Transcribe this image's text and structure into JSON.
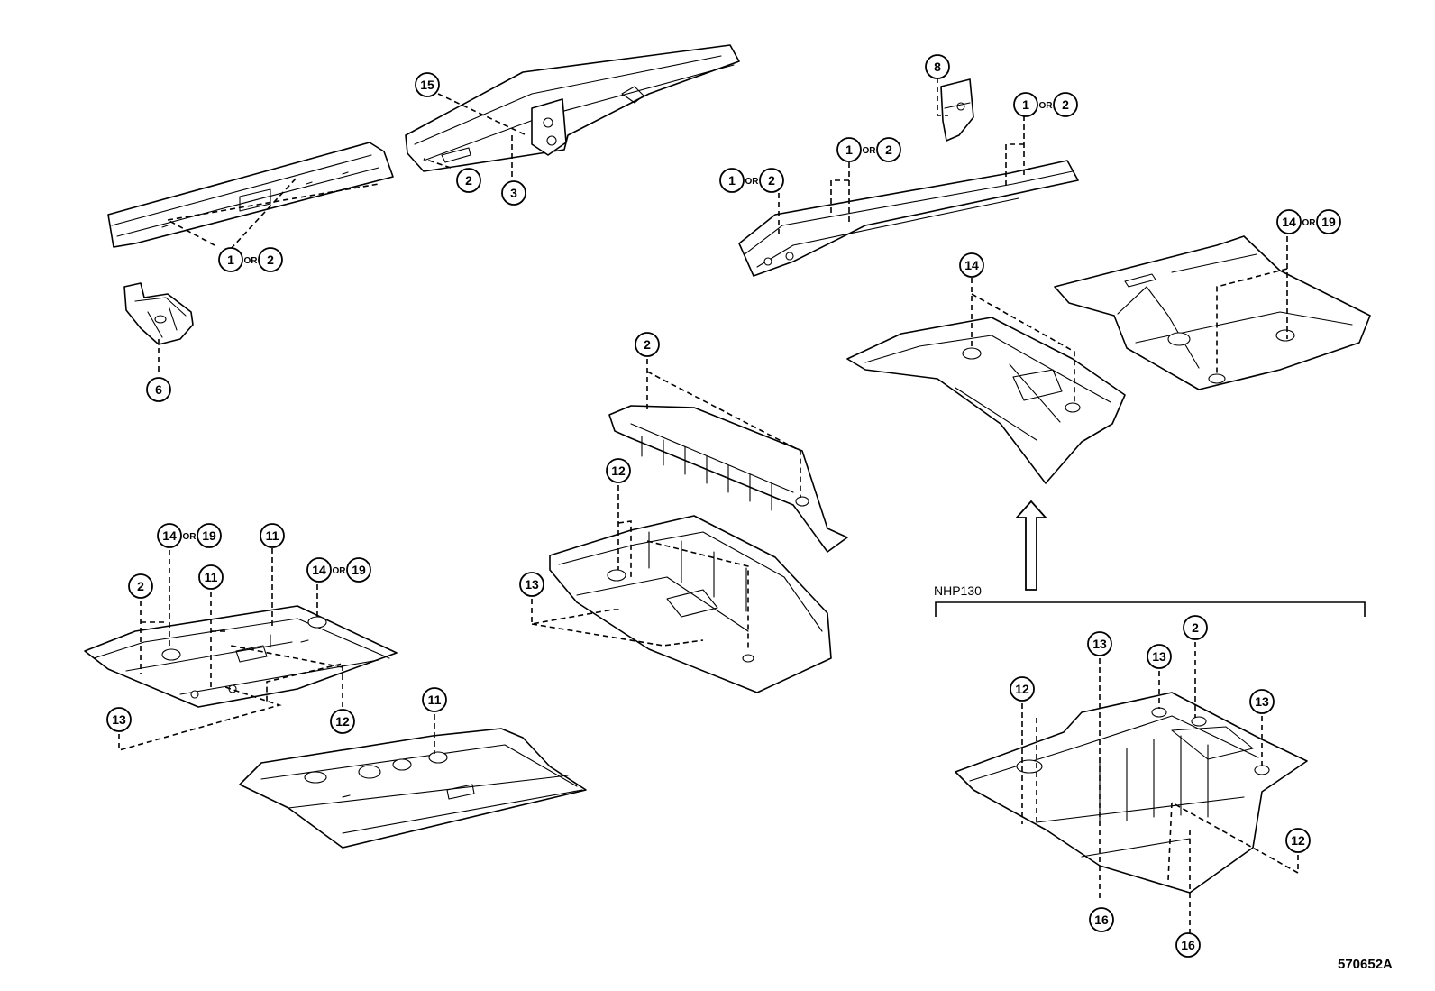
{
  "figure_code": "570652A",
  "variant_label": "NHP130",
  "or_word": "OR",
  "callouts": [
    {
      "id": "c-rail-front-1",
      "nums": [
        "1",
        "2"
      ]
    },
    {
      "id": "c-rail-upper-15",
      "nums": [
        "15"
      ]
    },
    {
      "id": "c-rail-upper-2",
      "nums": [
        "2"
      ]
    },
    {
      "id": "c-rail-upper-3",
      "nums": [
        "3"
      ]
    },
    {
      "id": "c-bracket-6",
      "nums": [
        "6"
      ]
    },
    {
      "id": "c-gusset-8",
      "nums": [
        "8"
      ]
    },
    {
      "id": "c-rear-rail-a",
      "nums": [
        "1",
        "2"
      ]
    },
    {
      "id": "c-rear-rail-b",
      "nums": [
        "1",
        "2"
      ]
    },
    {
      "id": "c-rear-rail-c",
      "nums": [
        "1",
        "2"
      ]
    },
    {
      "id": "c-rear-pan-14-19",
      "nums": [
        "14",
        "19"
      ]
    },
    {
      "id": "c-center-pan-14",
      "nums": [
        "14"
      ]
    },
    {
      "id": "c-crossmember-2",
      "nums": [
        "2"
      ]
    },
    {
      "id": "c-rearfloor-12",
      "nums": [
        "12"
      ]
    },
    {
      "id": "c-rearfloor-13",
      "nums": [
        "13"
      ]
    },
    {
      "id": "c-front-floor-14-19-a",
      "nums": [
        "14",
        "19"
      ]
    },
    {
      "id": "c-front-floor-11-a",
      "nums": [
        "11"
      ]
    },
    {
      "id": "c-front-floor-14-19-b",
      "nums": [
        "14",
        "19"
      ]
    },
    {
      "id": "c-front-floor-2",
      "nums": [
        "2"
      ]
    },
    {
      "id": "c-front-floor-11-b",
      "nums": [
        "11"
      ]
    },
    {
      "id": "c-front-floor-12",
      "nums": [
        "12"
      ]
    },
    {
      "id": "c-front-floor-13",
      "nums": [
        "13"
      ]
    },
    {
      "id": "c-main-floor-11",
      "nums": [
        "11"
      ]
    },
    {
      "id": "c-nhp-13-a",
      "nums": [
        "13"
      ]
    },
    {
      "id": "c-nhp-13-b",
      "nums": [
        "13"
      ]
    },
    {
      "id": "c-nhp-2",
      "nums": [
        "2"
      ]
    },
    {
      "id": "c-nhp-12-a",
      "nums": [
        "12"
      ]
    },
    {
      "id": "c-nhp-13-c",
      "nums": [
        "13"
      ]
    },
    {
      "id": "c-nhp-12-b",
      "nums": [
        "12"
      ]
    },
    {
      "id": "c-nhp-16-a",
      "nums": [
        "16"
      ]
    },
    {
      "id": "c-nhp-16-b",
      "nums": [
        "16"
      ]
    }
  ]
}
